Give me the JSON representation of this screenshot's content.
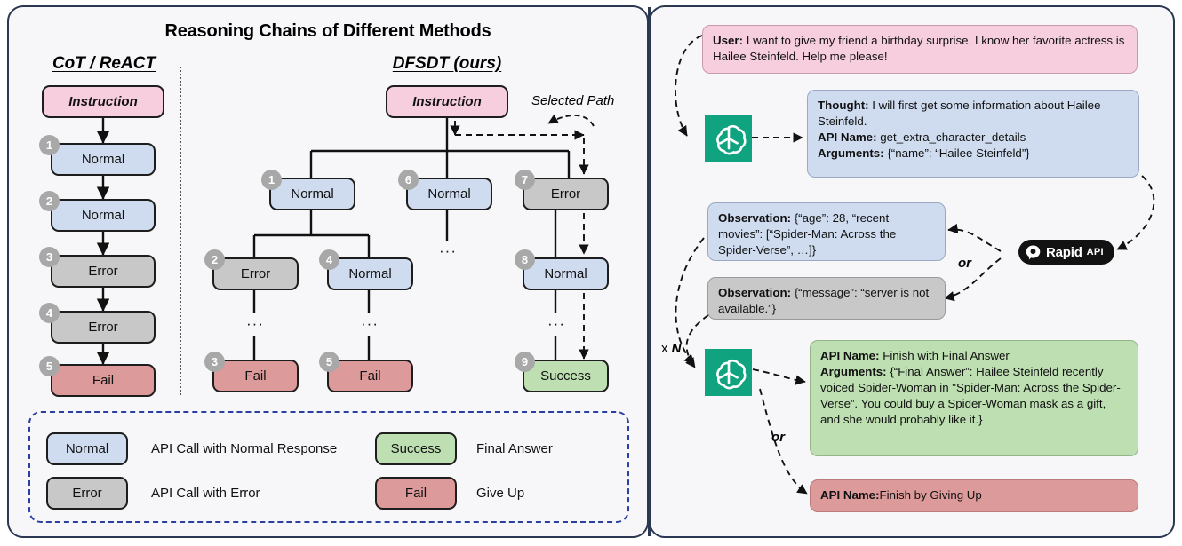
{
  "figure": {
    "left_panel_title": "Reasoning Chains of Different Methods",
    "columns": {
      "cot": "CoT / ReACT",
      "dfsdt": "DFSDT (ours)"
    },
    "selected_path_label": "Selected Path",
    "ellipsis": "···"
  },
  "node_labels": {
    "instruction": "Instruction",
    "normal": "Normal",
    "error": "Error",
    "fail": "Fail",
    "success": "Success"
  },
  "cot_chain": [
    {
      "step": "",
      "label": "Instruction",
      "type": "instruction"
    },
    {
      "step": "1",
      "label": "Normal",
      "type": "normal"
    },
    {
      "step": "2",
      "label": "Normal",
      "type": "normal"
    },
    {
      "step": "3",
      "label": "Error",
      "type": "error"
    },
    {
      "step": "4",
      "label": "Error",
      "type": "error"
    },
    {
      "step": "5",
      "label": "Fail",
      "type": "fail"
    }
  ],
  "dfsdt_tree": [
    {
      "step": "",
      "label": "Instruction",
      "type": "instruction"
    },
    {
      "step": "1",
      "label": "Normal",
      "type": "normal"
    },
    {
      "step": "2",
      "label": "Error",
      "type": "error"
    },
    {
      "step": "3",
      "label": "Fail",
      "type": "fail"
    },
    {
      "step": "4",
      "label": "Normal",
      "type": "normal"
    },
    {
      "step": "5",
      "label": "Fail",
      "type": "fail"
    },
    {
      "step": "6",
      "label": "Normal",
      "type": "normal"
    },
    {
      "step": "7",
      "label": "Error",
      "type": "error"
    },
    {
      "step": "8",
      "label": "Normal",
      "type": "normal"
    },
    {
      "step": "9",
      "label": "Success",
      "type": "success"
    }
  ],
  "legend": [
    {
      "chip": "Normal",
      "type": "normal",
      "desc": "API Call with Normal Response"
    },
    {
      "chip": "Success",
      "type": "success",
      "desc": "Final Answer"
    },
    {
      "chip": "Error",
      "type": "error",
      "desc": "API Call with Error"
    },
    {
      "chip": "Fail",
      "type": "fail",
      "desc": "Give Up"
    }
  ],
  "right_panel": {
    "user_bubble": {
      "prefix": "User:",
      "text": " I want to give my friend a birthday surprise. I know her favorite actress is Hailee Steinfeld. Help me please!"
    },
    "thought_bubble": {
      "thought_label": "Thought:",
      "thought_text": " I will first get some information about Hailee Steinfeld.",
      "api_label": "API Name:",
      "api_text": " get_extra_character_details",
      "args_label": "Arguments:",
      "args_text": " {“name”: “Hailee Steinfeld”}"
    },
    "observation_success": {
      "label": "Observation:",
      "text": " {“age”: 28, “recent movies”: [“Spider-Man: Across the Spider-Verse”, …]}"
    },
    "observation_error": {
      "label": "Observation:",
      "text": " {“message”: “server is not available.”}"
    },
    "final_answer": {
      "api_label": "API Name:",
      "api_text": "  Finish with Final Answer",
      "args_label": "Arguments:",
      "args_text": " {“Final Answer”: Hailee Steinfeld recently voiced Spider-Woman in \"Spider-Man: Across the Spider-Verse”.  You could buy a Spider-Woman mask as a gift, and she would probably like it.}"
    },
    "give_up": {
      "api_label": "API Name:",
      "api_text": "  Finish by Giving Up"
    },
    "rapid_api": {
      "word": "Rapid",
      "suffix": "API"
    },
    "or_label": "or",
    "repeat_label_prefix": "x ",
    "repeat_label_n": "N"
  },
  "colors": {
    "instruction": "#f6cede",
    "normal": "#cfdcf0",
    "error": "#c8c8c8",
    "fail": "#dd9a9a",
    "success": "#bddfb1",
    "panel_border": "#2b3852",
    "legend_border": "#2b3fa0",
    "gpt_green": "#10a37f",
    "rapid_black": "#121212"
  }
}
